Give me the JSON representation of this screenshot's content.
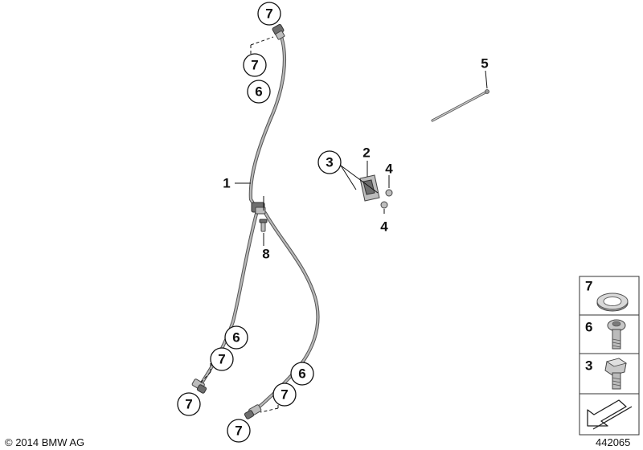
{
  "callouts": {
    "c_top_7": "7",
    "c_top_7b": "7",
    "c_top_6": "6",
    "c_3": "3",
    "c_bl_6": "6",
    "c_bl_7a": "7",
    "c_bl_7b": "7",
    "c_bm_6": "6",
    "c_bm_7a": "7",
    "c_bm_7b": "7"
  },
  "labels": {
    "l_1": "1",
    "l_2": "2",
    "l_4a": "4",
    "l_4b": "4",
    "l_5": "5",
    "l_8": "8"
  },
  "legend": {
    "items": [
      {
        "number": "7",
        "icon": "washer-icon"
      },
      {
        "number": "6",
        "icon": "banjo-bolt-icon"
      },
      {
        "number": "3",
        "icon": "hex-bolt-icon"
      }
    ],
    "arrow_icon": "arrow-down-left-icon"
  },
  "footer": {
    "copyright": "© 2014 BMW AG",
    "diagram_number": "442065"
  }
}
